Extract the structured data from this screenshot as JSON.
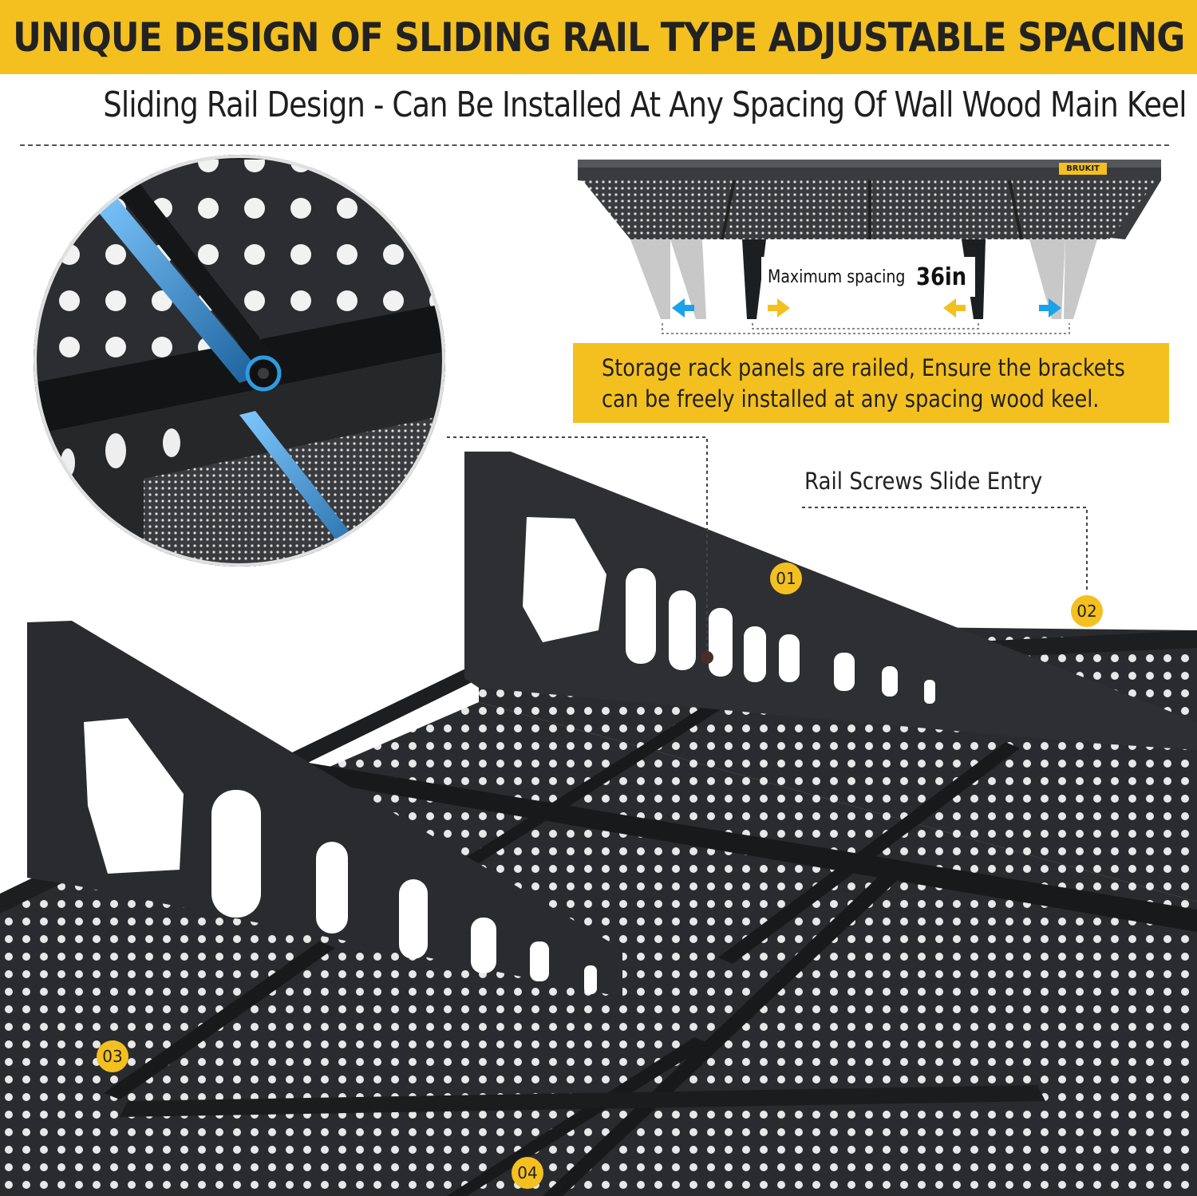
{
  "header": {
    "title": "UNIQUE DESIGN OF SLIDING RAIL TYPE ADJUSTABLE SPACING",
    "subtitle": "Sliding Rail Design - Can Be Installed At Any Spacing Of Wall Wood Main Keel"
  },
  "top_diagram": {
    "brand": "BRUKIT",
    "spacing_label": "Maximum spacing",
    "spacing_value": "36in"
  },
  "callout": {
    "line1": "Storage rack panels are railed, Ensure the brackets",
    "line2": "can be freely installed at any spacing wood keel."
  },
  "main_image": {
    "rail_label": "Rail Screws Slide Entry",
    "markers": [
      "01",
      "02",
      "03",
      "04"
    ]
  },
  "colors": {
    "accent": "#f4c020",
    "metal": "#2a2b2e",
    "arrow_blue": "#1aa3e8"
  }
}
